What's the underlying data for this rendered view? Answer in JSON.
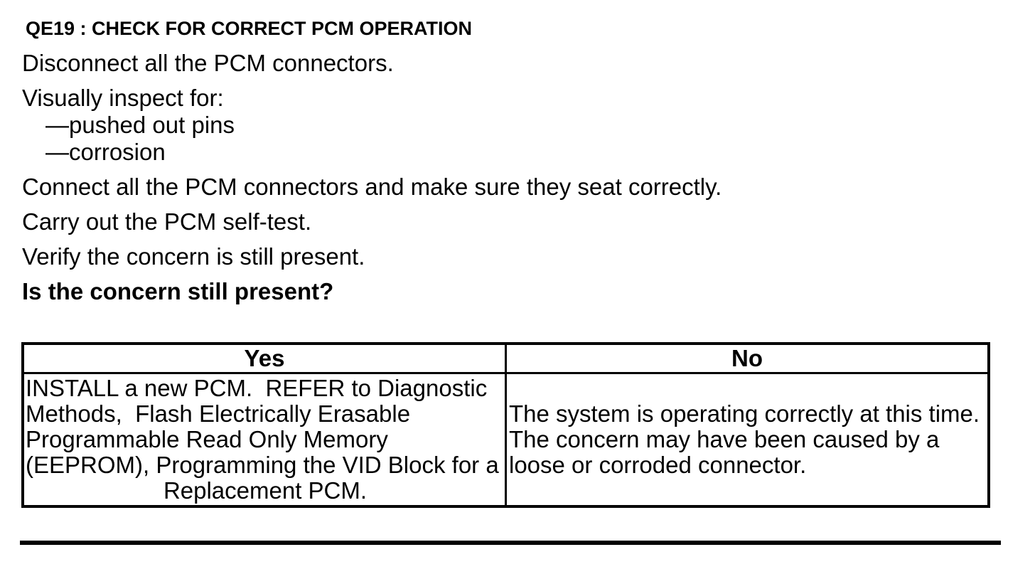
{
  "document": {
    "heading": "QE19 : CHECK FOR CORRECT PCM OPERATION",
    "procedure": {
      "step_disconnect": "Disconnect all the PCM connectors.",
      "inspect_intro": "Visually inspect for:",
      "inspect_item_pins": "—pushed out pins",
      "inspect_item_corrosion": "—corrosion",
      "step_connect": "Connect all the PCM connectors and make sure they seat correctly.",
      "step_selftest": "Carry out the PCM self-test.",
      "step_verify": "Verify the concern is still present.",
      "question": "Is the concern still present?"
    },
    "results_table": {
      "yes_header": "Yes",
      "no_header": "No",
      "yes_lines": [
        "INSTALL a new PCM.  REFER to Diagnostic",
        "Methods,  Flash Electrically Erasable",
        "Programmable Read Only Memory",
        "(EEPROM), Programming the VID Block for a",
        "Replacement PCM."
      ],
      "no_lines": [
        "The system is operating correctly at this time.",
        "The concern may have been caused by a",
        "loose or corroded connector."
      ]
    },
    "colors": {
      "text": "#000000",
      "background": "#ffffff",
      "border": "#000000"
    }
  }
}
